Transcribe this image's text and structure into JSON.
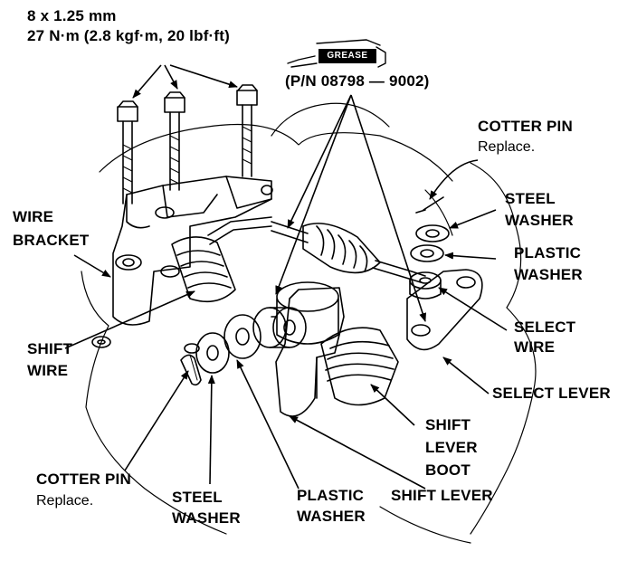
{
  "spec": {
    "bolt_size": "8 x 1.25 mm",
    "torque": "27 N·m (2.8 kgf·m, 20 lbf·ft)"
  },
  "grease": {
    "tag": "GREASE",
    "part_number": "(P/N 08798 — 9002)"
  },
  "labels": {
    "cotter_pin_right": "COTTER PIN",
    "cotter_pin_right_note": "Replace.",
    "steel_washer_right_1": "STEEL",
    "steel_washer_right_2": "WASHER",
    "plastic_washer_right_1": "PLASTIC",
    "plastic_washer_right_2": "WASHER",
    "select_wire_1": "SELECT",
    "select_wire_2": "WIRE",
    "select_lever": "SELECT LEVER",
    "wire_bracket_1": "WIRE",
    "wire_bracket_2": "BRACKET",
    "shift_wire_1": "SHIFT",
    "shift_wire_2": "WIRE",
    "shift_lever_boot_1": "SHIFT",
    "shift_lever_boot_2": "LEVER",
    "shift_lever_boot_3": "BOOT",
    "cotter_pin_left": "COTTER PIN",
    "cotter_pin_left_note": "Replace.",
    "steel_washer_left_1": "STEEL",
    "steel_washer_left_2": "WASHER",
    "plastic_washer_left_1": "PLASTIC",
    "plastic_washer_left_2": "WASHER",
    "shift_lever": "SHIFT LEVER"
  }
}
